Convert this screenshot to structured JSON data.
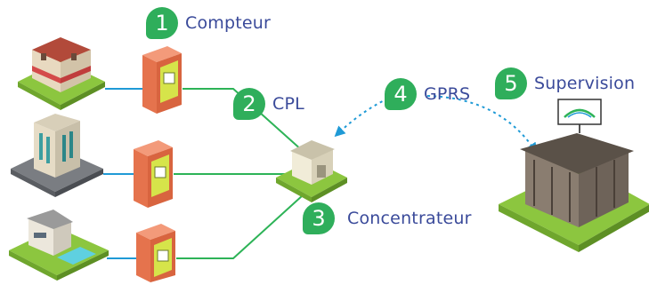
{
  "colors": {
    "green_badge": "#2fae5b",
    "green_line": "#2db357",
    "blue_line": "#1f9ad6",
    "label_text": "#3a4a9a",
    "meter_orange": "#e5734d",
    "meter_yellow": "#d6e44a",
    "grass": "#8cc63f"
  },
  "steps": [
    {
      "number": "1",
      "label": "Compteur"
    },
    {
      "number": "2",
      "label": "CPL"
    },
    {
      "number": "3",
      "label": "Concentrateur"
    },
    {
      "number": "4",
      "label": "GPRS"
    },
    {
      "number": "5",
      "label": "Supervision"
    }
  ],
  "illustrations": {
    "building_1": "shop-building-icon",
    "building_2": "office-building-icon",
    "building_3": "house-with-pool-icon",
    "meter": "electric-meter-icon",
    "concentrator": "concentrator-box-icon",
    "supervision": "supervision-building-icon"
  }
}
